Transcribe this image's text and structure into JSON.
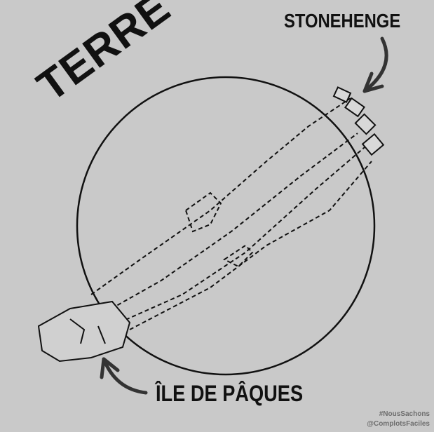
{
  "title": "TERRE",
  "labels": {
    "top": "STONEHENGE",
    "bottom": "ÎLE DE PÂQUES"
  },
  "credits": {
    "hashtag": "#NousSachons",
    "handle": "@ComplotsFaciles"
  },
  "colors": {
    "background": "#c9c9c9",
    "ink": "#111111",
    "credit": "#6e6e6e"
  }
}
